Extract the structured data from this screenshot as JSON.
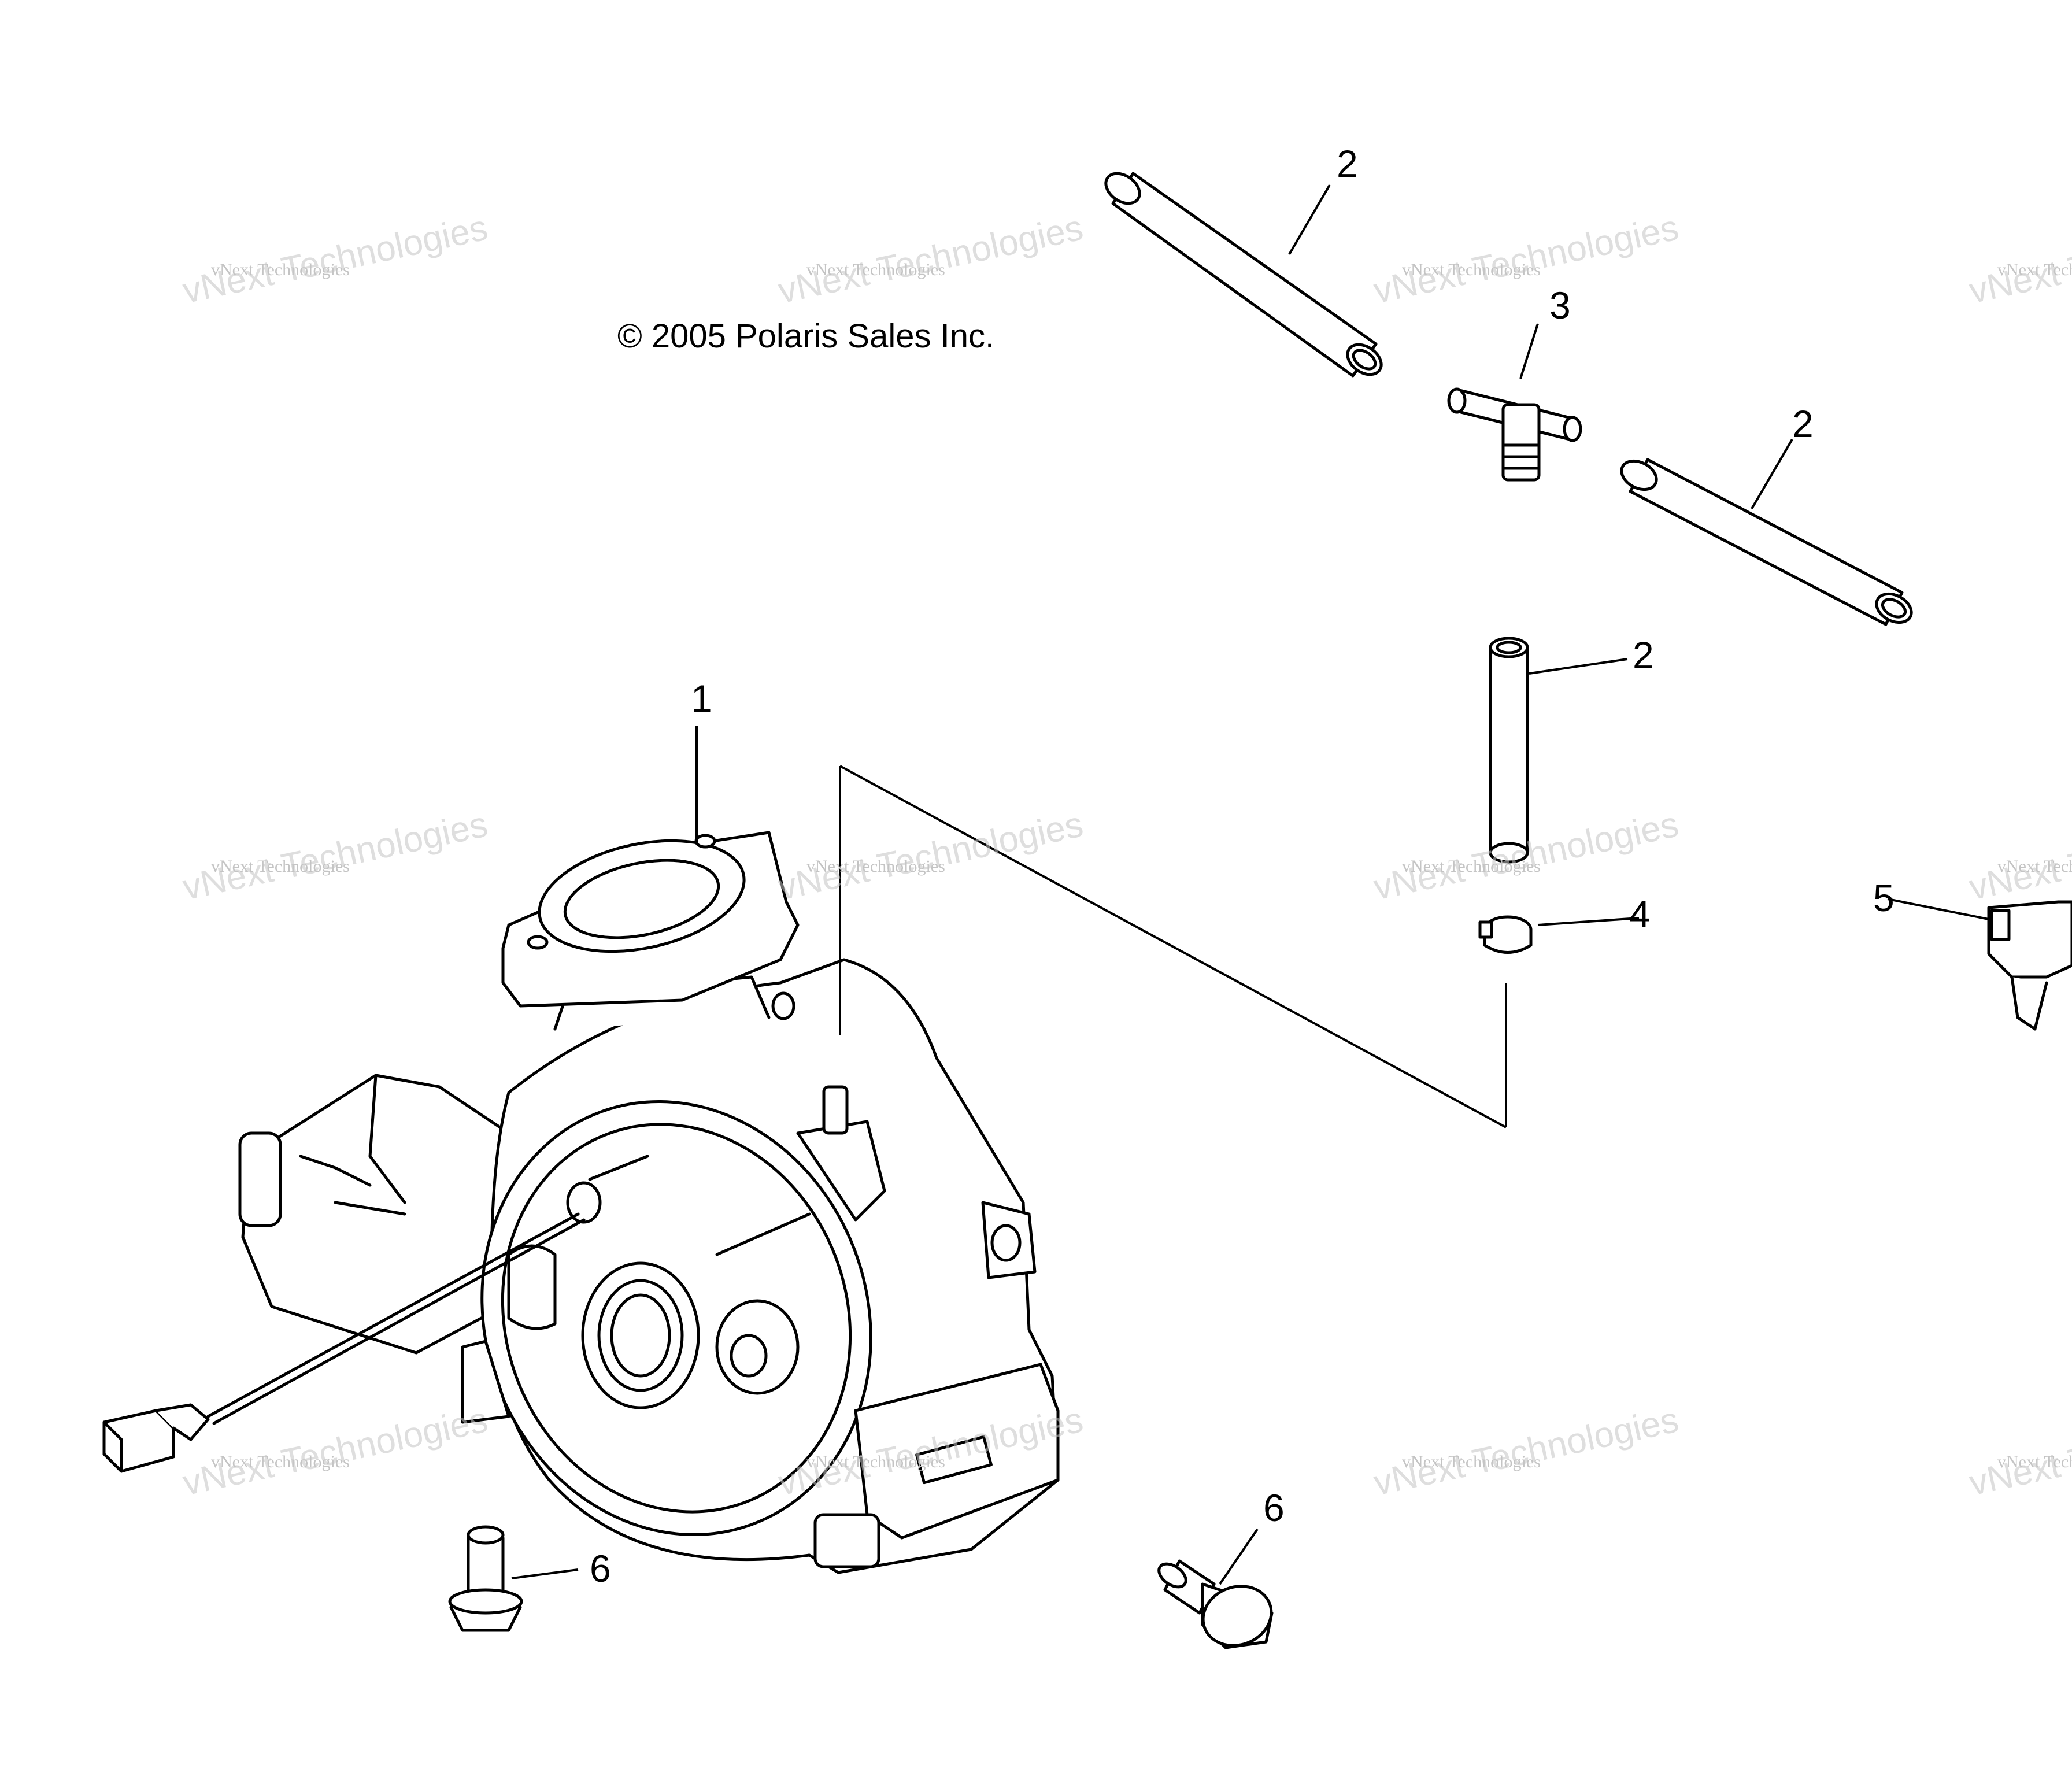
{
  "copyright": "© 2005 Polaris Sales Inc.",
  "watermark": {
    "line1": "vNext Technologies",
    "line2": "vNext Technologies"
  },
  "callouts": [
    "1",
    "2",
    "2",
    "2",
    "3",
    "4",
    "5",
    "6",
    "6"
  ],
  "colors": {
    "line": "#000000",
    "watermark": "#c4c4c4",
    "background": "#ffffff"
  }
}
